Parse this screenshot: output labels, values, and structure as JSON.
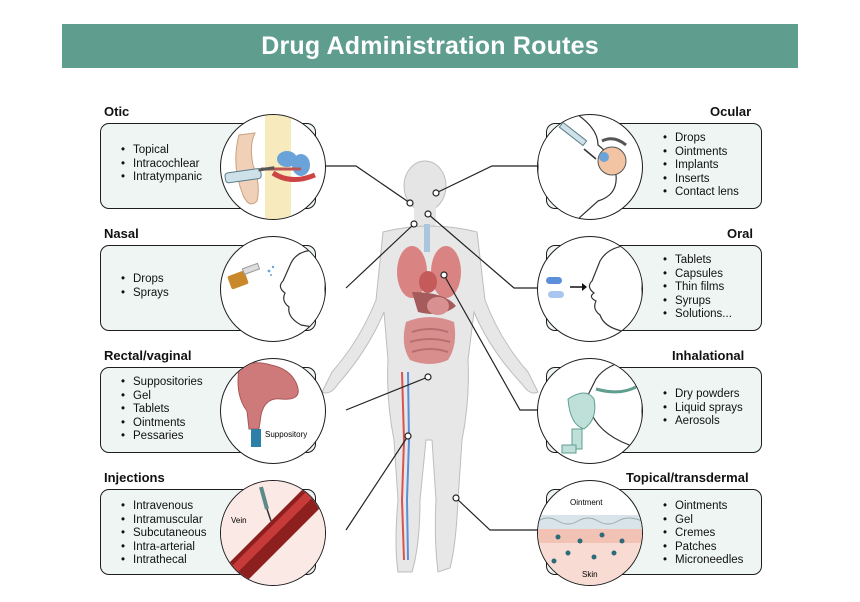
{
  "title": "Drug Administration Routes",
  "routes": {
    "otic": {
      "title": "Otic",
      "items": [
        "Topical",
        "Intracochlear",
        "Intratympanic"
      ]
    },
    "nasal": {
      "title": "Nasal",
      "items": [
        "Drops",
        "Sprays"
      ]
    },
    "rectal": {
      "title": "Rectal/vaginal",
      "items": [
        "Suppositories",
        "Gel",
        "Tablets",
        "Ointments",
        "Pessaries"
      ],
      "inset_label": "Suppository"
    },
    "injections": {
      "title": "Injections",
      "items": [
        "Intravenous",
        "Intramuscular",
        "Subcutaneous",
        "Intra-arterial",
        "Intrathecal"
      ],
      "inset_label": "Vein"
    },
    "ocular": {
      "title": "Ocular",
      "items": [
        "Drops",
        "Ointments",
        "Implants",
        "Inserts",
        "Contact lens"
      ]
    },
    "oral": {
      "title": "Oral",
      "items": [
        "Tablets",
        "Capsules",
        "Thin films",
        "Syrups",
        "Solutions..."
      ]
    },
    "inhalational": {
      "title": "Inhalational",
      "items": [
        "Dry powders",
        "Liquid sprays",
        "Aerosols"
      ]
    },
    "topical": {
      "title": "Topical/transdermal",
      "items": [
        "Ointments",
        "Gel",
        "Cremes",
        "Patches",
        "Microneedles"
      ],
      "inset_top": "Ointment",
      "inset_bottom": "Skin"
    }
  },
  "colors": {
    "banner": "#5f9e8f",
    "box_fill": "#eef5f3",
    "body": "#e7e7e7",
    "organ": "#d98383",
    "artery": "#d9534f",
    "vein": "#5b8fd9"
  }
}
